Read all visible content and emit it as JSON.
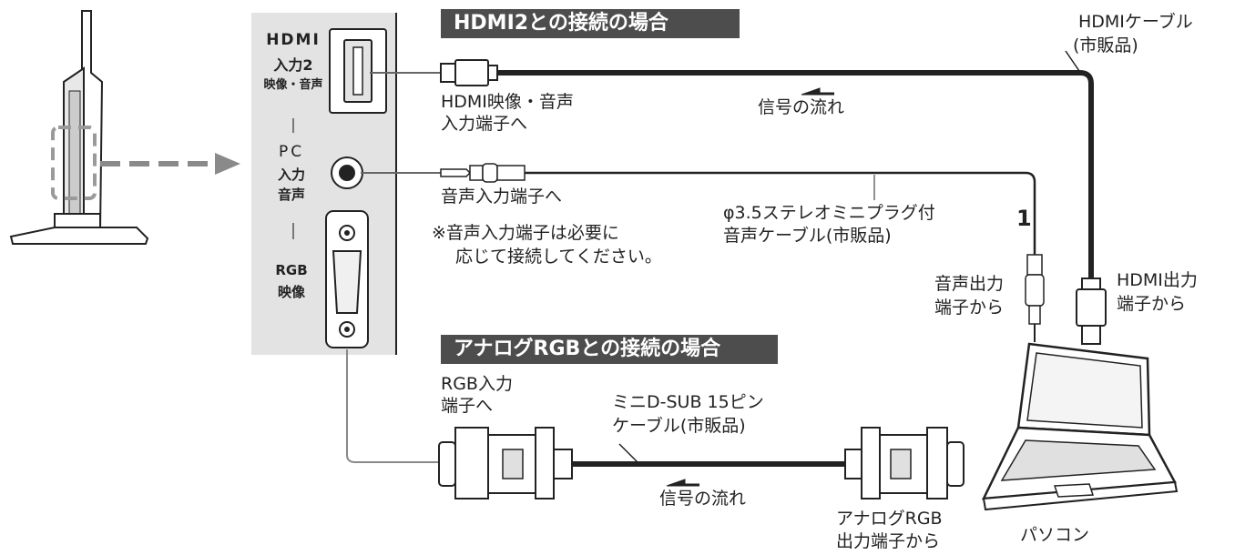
{
  "banners": {
    "hdmi": "HDMI2との接続の場合",
    "rgb": "アナログRGBとの接続の場合"
  },
  "panel": {
    "hdmi_logo": "HDMI",
    "hdmi_line1": "入力2",
    "hdmi_line2": "映像・音声",
    "pc_line1": "PC",
    "pc_line2": "入力",
    "pc_line3": "音声",
    "rgb_line1": "RGB",
    "rgb_line2": "映像"
  },
  "labels": {
    "hdmi_cable_1": "HDMIケーブル",
    "hdmi_cable_2": "(市販品)",
    "hdmi_in_1": "HDMI映像・音声",
    "hdmi_in_2": "入力端子へ",
    "signal_flow_top": "信号の流れ",
    "audio_in": "音声入力端子へ",
    "audio_cable_1": "φ3.5ステレオミニプラグ付",
    "audio_cable_2": "音声ケーブル(市販品)",
    "note_1": "※音声入力端子は必要に",
    "note_2": "応じて接続してください。",
    "step_number": "1",
    "audio_out_1": "音声出力",
    "audio_out_2": "端子から",
    "hdmi_out_1": "HDMI出力",
    "hdmi_out_2": "端子から",
    "rgb_in_1": "RGB入力",
    "rgb_in_2": "端子へ",
    "dsub_cable_1": "ミニD-SUB 15ピン",
    "dsub_cable_2": "ケーブル(市販品)",
    "signal_flow_bottom": "信号の流れ",
    "analog_out_1": "アナログRGB",
    "analog_out_2": "出力端子から",
    "pc": "パソコン"
  }
}
